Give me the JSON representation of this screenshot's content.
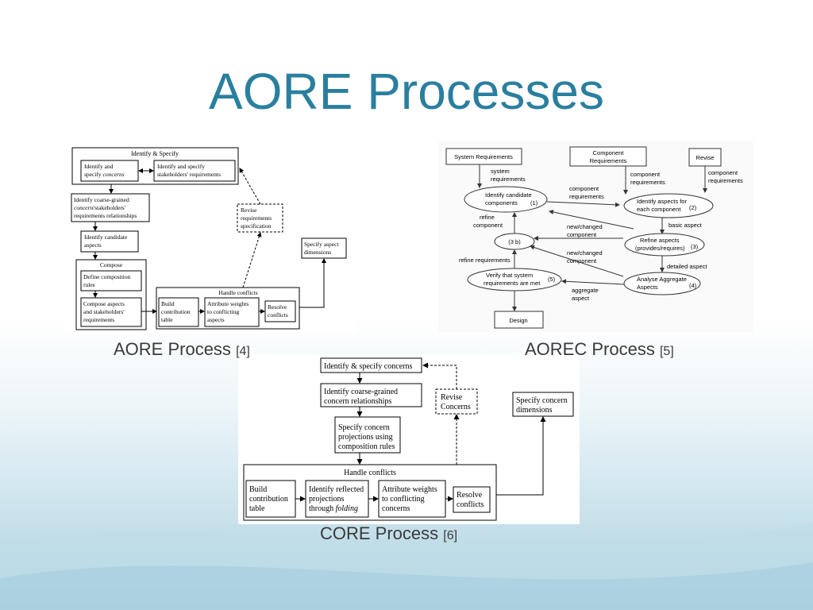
{
  "slide": {
    "title": "AORE Processes",
    "captions": {
      "aore": {
        "label": "AORE Process",
        "ref": "[4]"
      },
      "aorec": {
        "label": "AOREC Process",
        "ref": "[5]"
      },
      "core": {
        "label": "CORE Process",
        "ref": "[6]"
      }
    }
  },
  "aore_diagram": {
    "identify_specify": "Identify & Specify",
    "identify_concerns_l1": "Identify and",
    "identify_concerns_l2a": "specify ",
    "identify_concerns_l2b": "concerns",
    "stakeholders_l1": "Identify and specify",
    "stakeholders_l2": "stakeholders' requirements",
    "coarse_l1": "Identify coarse-grained",
    "coarse_l2a": "concern",
    "coarse_l2b": "/stakeholders'",
    "coarse_l3": "requirements relationships",
    "candidate_l1": "Identify candidate",
    "candidate_l2": "aspects",
    "compose": "Compose",
    "define_l1": "Define composition",
    "define_l2": "rules",
    "compose_aspects_l1": "Compose aspects",
    "compose_aspects_l2": "and stakeholders'",
    "compose_aspects_l3": "requirements",
    "revise_l1": "Revise",
    "revise_l2": "requirements",
    "revise_l3": "specification",
    "specify_dim_l1": "Specify aspect",
    "specify_dim_l2": "dimensions",
    "handle_conflicts": "Handle conflicts",
    "build_l1": "Build",
    "build_l2": "contribution",
    "build_l3": "table",
    "attribute_l1": "Attribute weights",
    "attribute_l2": "to conflicting",
    "attribute_l3": "aspects",
    "resolve_l1": "Resolve",
    "resolve_l2": "conflicts"
  },
  "aorec_diagram": {
    "system_req": "System Requirements",
    "component_req_l1": "Component",
    "component_req_l2": "Requirements",
    "revise": "Revise",
    "lbl_system_req_l1": "system",
    "lbl_system_req_l2": "requirements",
    "lbl_component_req_l1": "component",
    "lbl_component_req_l2": "requirements",
    "lbl_component_req2_l1": "component",
    "lbl_component_req2_l2": "requirements",
    "lbl_component_req3_l1": "component",
    "lbl_component_req3_l2": "requirements",
    "candidate_l1": "Identify candidate",
    "candidate_l2": "components",
    "candidate_num": "(1)",
    "aspects_each_l1": "Identify aspects for",
    "aspects_each_l2": "each component",
    "aspects_each_num": "(2)",
    "refine_component_l1": "refine",
    "refine_component_l2": "component",
    "basic_aspect": "basic aspect",
    "new_changed_l1": "new/changed",
    "new_changed_l2": "component",
    "new_changed2_l1": "new/changed",
    "new_changed2_l2": "component",
    "node_3b": "(3 b)",
    "refine_aspects_l1": "Refine aspects",
    "refine_aspects_l2": "(provides/requires)",
    "refine_aspects_num": "(3)",
    "refine_requirements": "refine requirements",
    "detailed_aspect": "detailed aspect",
    "verify_l1": "Verify that system",
    "verify_l2": "requirements are met",
    "verify_num": "(5)",
    "analyse_l1": "Analyse Aggregate",
    "analyse_l2": "Aspects",
    "analyse_num": "(4)",
    "aggregate_l1": "aggregate",
    "aggregate_l2": "aspect",
    "design": "Design"
  },
  "core_diagram": {
    "identify_specify": "Identify & specify concerns",
    "coarse_l1": "Identify coarse-grained",
    "coarse_l2": "concern relationships",
    "revise_l1": "Revise",
    "revise_l2": "Concerns",
    "specify_dim_l1": "Specify concern",
    "specify_dim_l2": "dimensions",
    "projections_l1": "Specify concern",
    "projections_l2": "projections using",
    "projections_l3": "composition rules",
    "handle_conflicts": "Handle conflicts",
    "build_l1": "Build",
    "build_l2": "contribution",
    "build_l3": "table",
    "reflected_l1": "Identify reflected",
    "reflected_l2": "projections",
    "reflected_l3a": "through ",
    "reflected_l3b": "folding",
    "attribute_l1": "Attribute weights",
    "attribute_l2": "to conflicting",
    "attribute_l3": "concerns",
    "resolve_l1": "Resolve",
    "resolve_l2": "conflicts"
  },
  "colors": {
    "title": "#2a7f9e",
    "caption": "#3a3a3a",
    "background_bottom": "#a9d0df"
  }
}
